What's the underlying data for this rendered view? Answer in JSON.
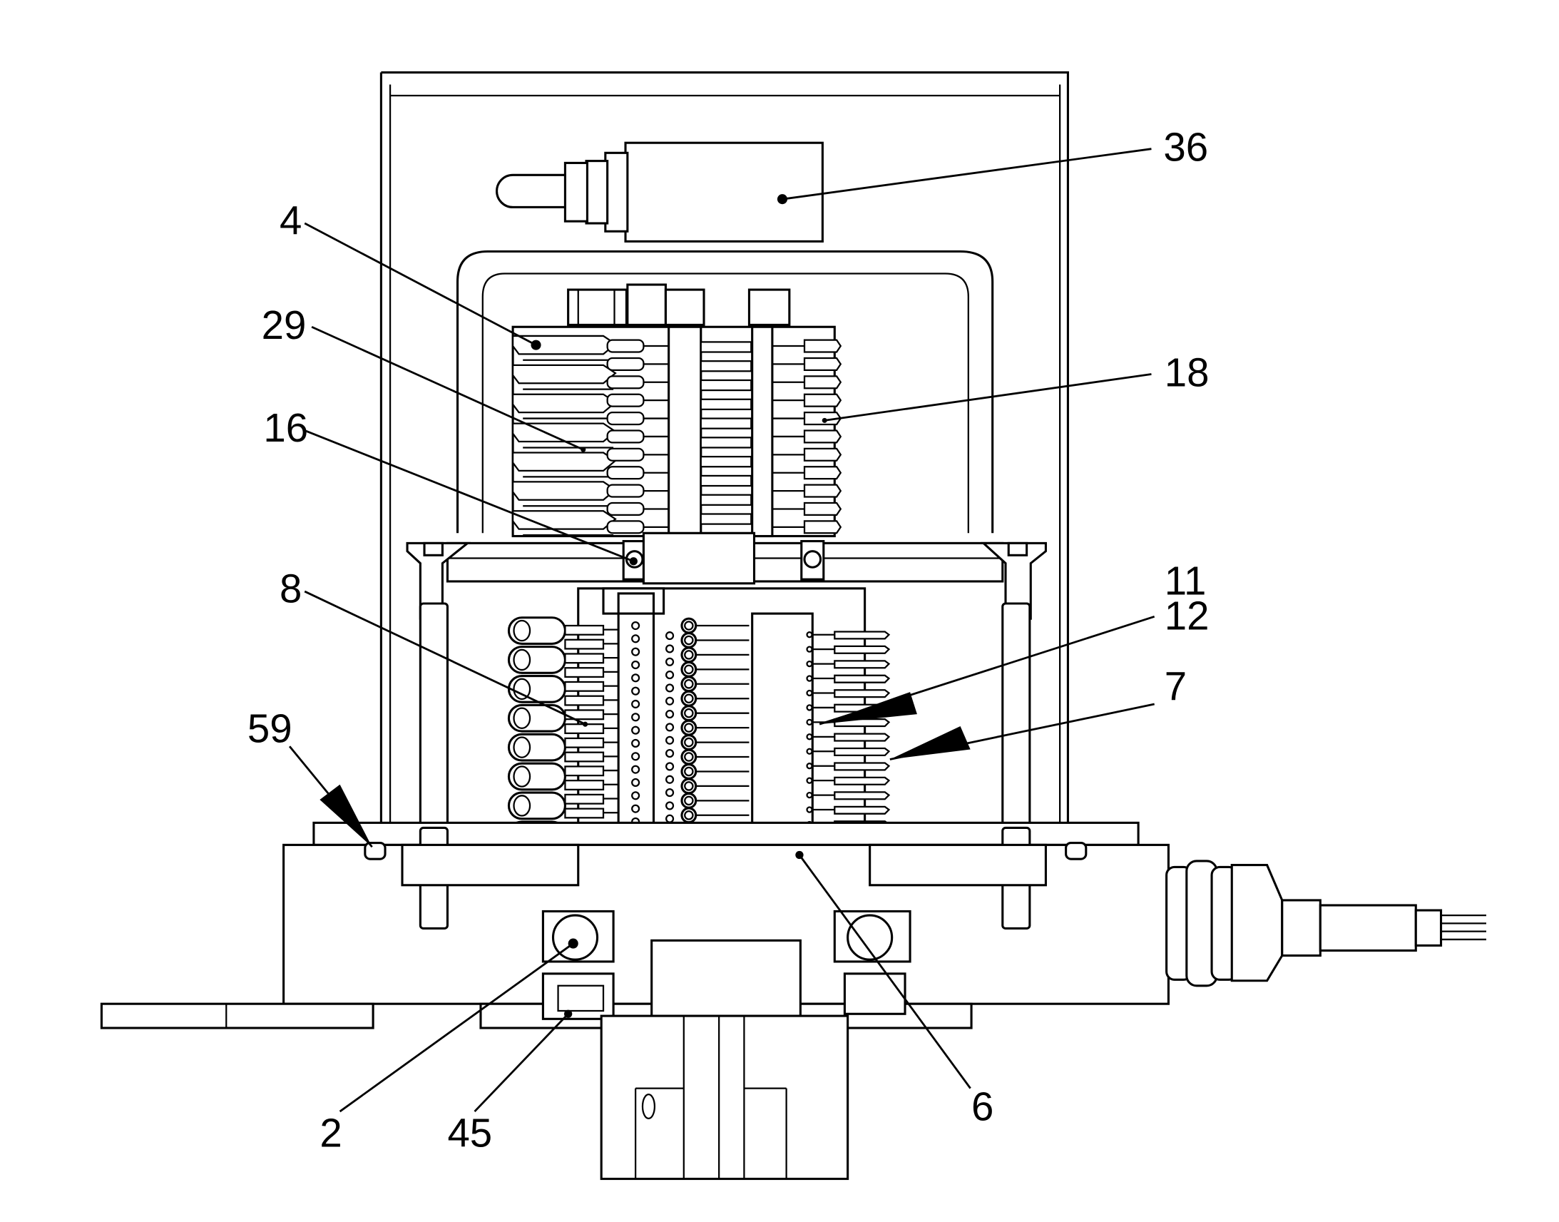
{
  "diagram": {
    "type": "mechanical-assembly-cross-section",
    "callouts": [
      {
        "id": "c36",
        "label": "36"
      },
      {
        "id": "c4",
        "label": "4"
      },
      {
        "id": "c29",
        "label": "29"
      },
      {
        "id": "c18",
        "label": "18"
      },
      {
        "id": "c16",
        "label": "16"
      },
      {
        "id": "c11",
        "label": "11"
      },
      {
        "id": "c12",
        "label": "12"
      },
      {
        "id": "c8",
        "label": "8"
      },
      {
        "id": "c7",
        "label": "7"
      },
      {
        "id": "c59",
        "label": "59"
      },
      {
        "id": "c2",
        "label": "2"
      },
      {
        "id": "c45",
        "label": "45"
      },
      {
        "id": "c6",
        "label": "6"
      }
    ],
    "colors": {
      "line": "#000000",
      "background": "#ffffff"
    }
  }
}
